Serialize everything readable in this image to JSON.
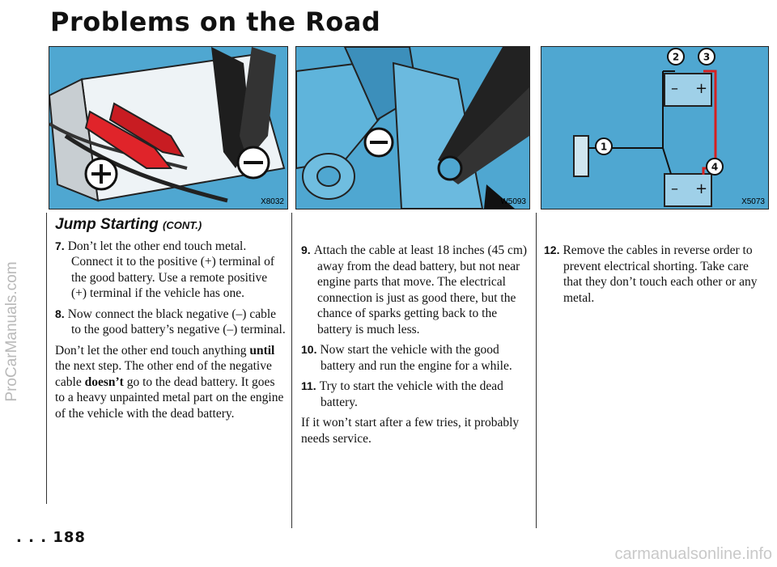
{
  "page": {
    "title": "Problems on the Road",
    "side_watermark": "ProCarManuals.com",
    "footer_site": "carmanualsonline.info",
    "page_number": ". . . 188"
  },
  "figures": {
    "fig1_code": "X8032",
    "fig2_code": "W5093",
    "fig3_code": "X5073",
    "fig3_labels": [
      "1",
      "2",
      "3",
      "4"
    ],
    "colors": {
      "background": "#4fa7d1",
      "clamp_red": "#e0242a",
      "clamp_black": "#222222",
      "cable_red": "#d62020"
    }
  },
  "col1": {
    "heading": "Jump Starting",
    "heading_cont": "(CONT.)",
    "step7_num": "7.",
    "step7_text": "Don’t let the other end touch metal. Connect it to the positive (+) terminal of the good battery. Use a remote positive (+) terminal if the vehicle has one.",
    "step8_num": "8.",
    "step8_text": "Now connect the black negative (–) cable to the good battery’s negative (–) terminal.",
    "para_a": "Don’t let the other end touch anything",
    "para_until": "until",
    "para_b": "the next step. The other end of the negative cable",
    "para_doesnt": "doesn’t",
    "para_c": "go to the dead battery. It goes to a heavy unpainted metal part on the engine of the vehicle with the dead battery."
  },
  "col2": {
    "step9_num": "9.",
    "step9_text": "Attach the cable at least 18 inches (45 cm) away from the dead battery, but not near engine parts that move. The electrical connection is just as good there, but the chance of sparks getting back to the battery is much less.",
    "step10_num": "10.",
    "step10_text": "Now start the vehicle with the good battery and run the engine for a while.",
    "step11_num": "11.",
    "step11_text": "Try to start the vehicle with the dead battery.",
    "para": "If it won’t start after a few tries, it probably needs service."
  },
  "col3": {
    "step12_num": "12.",
    "step12_text": "Remove the cables in reverse order to prevent electrical shorting. Take care that they don’t touch each other or any metal."
  }
}
